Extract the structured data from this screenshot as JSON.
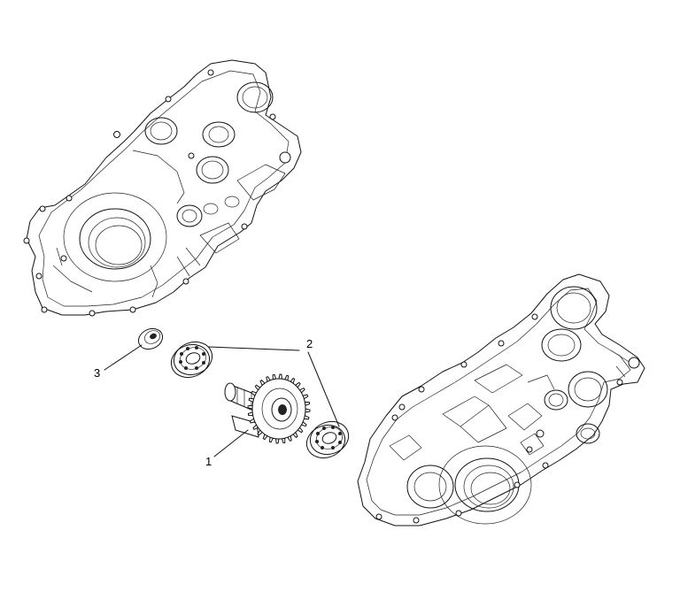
{
  "callouts": [
    {
      "id": "1",
      "text": "1",
      "part": "kickstart-idler-gear-shaft"
    },
    {
      "id": "2",
      "text": "2",
      "part": "ball-bearing-pair"
    },
    {
      "id": "3",
      "text": "3",
      "part": "oil-seal"
    }
  ],
  "colors": {
    "line": "#111111",
    "background": "#ffffff"
  }
}
